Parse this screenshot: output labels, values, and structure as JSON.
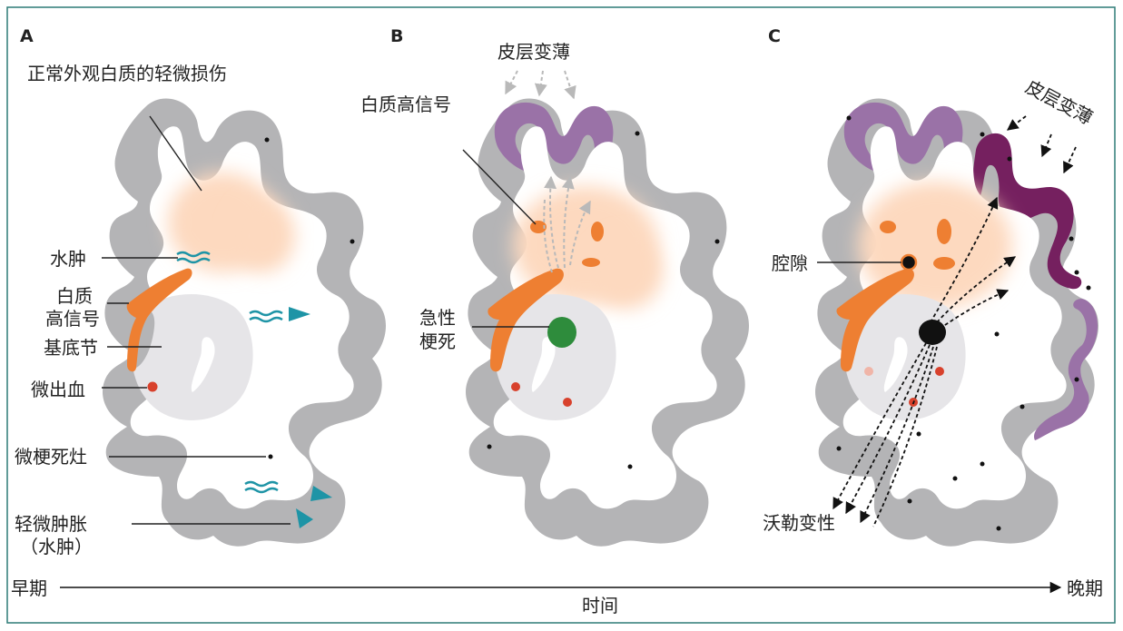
{
  "panels": {
    "a": {
      "letter": "A",
      "labels": {
        "nawm": "正常外观白质的轻微损伤",
        "edema": "水肿",
        "wmh_line1": "白质",
        "wmh_line2": "高信号",
        "basal_ganglia": "基底节",
        "microbleed": "微出血",
        "microinfarct": "微梗死灶",
        "swelling_line1": "轻微肿胀",
        "swelling_line2": "（水肿）"
      }
    },
    "b": {
      "letter": "B",
      "labels": {
        "cortical_thinning": "皮层变薄",
        "wmh": "白质高信号",
        "acute_infarct_line1": "急性",
        "acute_infarct_line2": "梗死"
      }
    },
    "c": {
      "letter": "C",
      "labels": {
        "cortical_thinning": "皮层变薄",
        "lacune": "腔隙",
        "wallerian": "沃勒变性"
      }
    }
  },
  "timeline": {
    "start": "早期",
    "end": "晚期",
    "caption": "时间"
  },
  "colors": {
    "frame": "#2d7b77",
    "cortex": "#b4b4b6",
    "white_matter": "#ffffff",
    "basal_ganglia": "#e6e5e8",
    "wm_injury_halo": "#fdd9bf",
    "wmh": "#ee7f32",
    "edema_wave": "#1e94a6",
    "microbleed": "#d8412c",
    "acute_infarct": "#2e8c3c",
    "cortex_thin": "#9a72a7",
    "cortex_thin_severe": "#75205f",
    "lacune": "#111111",
    "dashed_arrow_gray": "#b9b9b9"
  }
}
